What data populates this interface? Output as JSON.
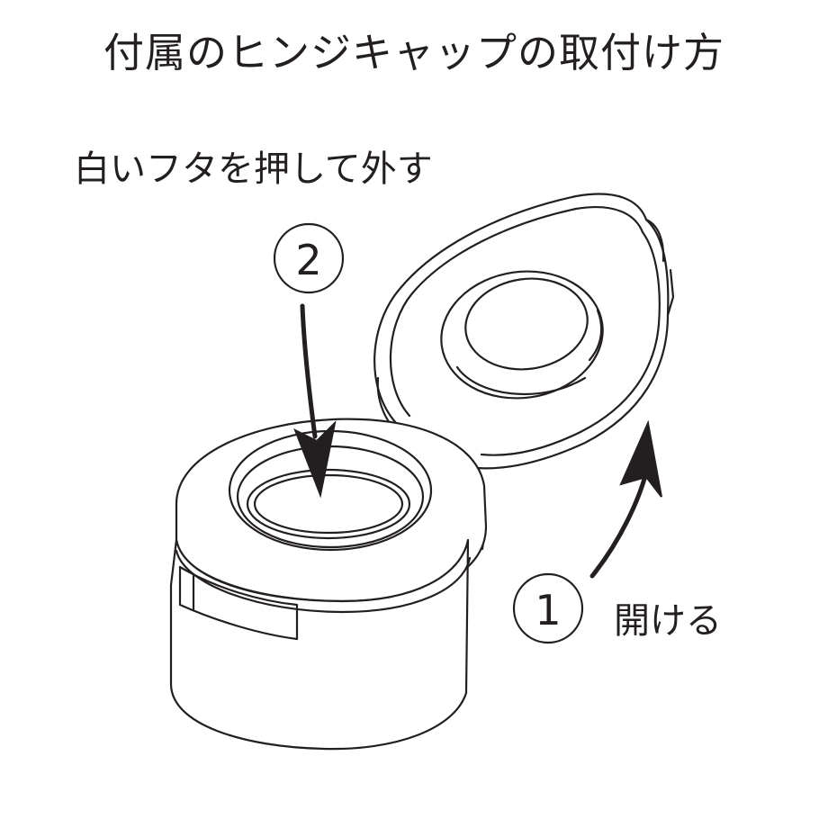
{
  "title": "付属のヒンジキャップの取付け方",
  "instruction": "白いフタを押して外す",
  "step1": {
    "number": "1",
    "label": "開ける"
  },
  "step2": {
    "number": "2"
  },
  "colors": {
    "line": "#231f20",
    "background": "#ffffff"
  },
  "icons": {
    "step_marker": "circled-number",
    "arrow_push": "arrow-down-icon",
    "arrow_open": "curved-arrow-up-icon"
  }
}
